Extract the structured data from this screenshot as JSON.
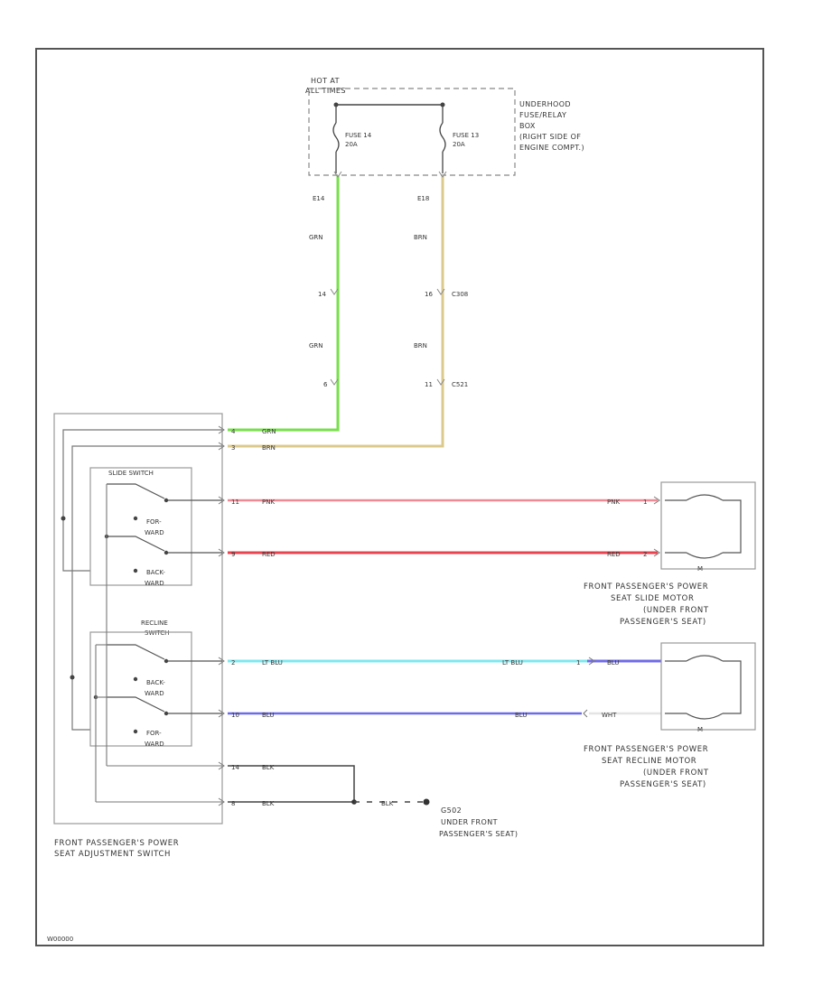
{
  "diagram": {
    "power": {
      "hot_at": "HOT AT",
      "all_times": "ALL TIMES",
      "fuse_a": "FUSE 14",
      "fuse_a_rating": "20A",
      "fuse_b": "FUSE 13",
      "fuse_b_rating": "20A",
      "box_line1": "UNDERHOOD",
      "box_line2": "FUSE/RELAY",
      "box_line3": "BOX",
      "box_line4": "(RIGHT SIDE OF",
      "box_line5": "ENGINE COMPT.)"
    },
    "left_feed": {
      "pin_top": "E14",
      "color1": "GRN",
      "connector1": "14",
      "color2": "GRN",
      "connector2": "6"
    },
    "right_feed": {
      "pin_top": "E18",
      "color1": "BRN",
      "connector1": "16",
      "connector1_id": "C308",
      "color2": "BRN",
      "connector2": "11",
      "connector2_id": "C521"
    },
    "switch": {
      "slide_title": "SLIDE SWITCH",
      "fwd1": "FOR-",
      "fwd2": "WARD",
      "back1": "BACK-",
      "back2": "WARD",
      "recline1": "RECLINE",
      "recline2": "SWITCH",
      "rback1": "BACK-",
      "rback2": "WARD",
      "rfwd1": "FOR-",
      "rfwd2": "WARD",
      "caption1": "FRONT PASSENGER'S POWER",
      "caption2": "SEAT ADJUSTMENT SWITCH"
    },
    "pins": {
      "grn_pin": "4",
      "grn_color": "GRN",
      "brn_pin": "3",
      "brn_color": "BRN",
      "pnk_pin": "11",
      "pnk_color": "PNK",
      "red_pin": "9",
      "red_color": "RED",
      "ltblu_pin": "2",
      "ltblu_color": "LT BLU",
      "blu_pin": "10",
      "blu_color": "BLU",
      "blk1_pin": "14",
      "blk1_color": "BLK",
      "blk2_pin": "8",
      "blk2_color": "BLK"
    },
    "slide_motor": {
      "pnk_color": "PNK",
      "pnk_pin": "1",
      "red_color": "RED",
      "red_pin": "2",
      "m": "M",
      "caption1": "FRONT PASSENGER'S POWER",
      "caption2": "SEAT SLIDE MOTOR",
      "caption3": "(UNDER FRONT",
      "caption4": "PASSENGER'S SEAT)"
    },
    "recline_motor": {
      "ltblu_color": "LT BLU",
      "ltblu_pin": "1",
      "ltblu_alt": "BLU",
      "blu_color": "BLU",
      "blu_alt": "WHT",
      "m": "M",
      "caption1": "FRONT PASSENGER'S POWER",
      "caption2": "SEAT RECLINE MOTOR",
      "caption3": "(UNDER FRONT",
      "caption4": "PASSENGER'S SEAT)"
    },
    "ground": {
      "color": "BLK",
      "id": "G502",
      "caption1": "UNDER FRONT",
      "caption2": "PASSENGER'S SEAT)"
    },
    "footer_id": "W00000",
    "wire_colors": {
      "green": "#77e04a",
      "tan": "#dcc98c",
      "pink": "#ef8a94",
      "red": "#e8434f",
      "ltblue": "#7ee8f0",
      "blue": "#6f6be8",
      "black": "#444444"
    }
  }
}
